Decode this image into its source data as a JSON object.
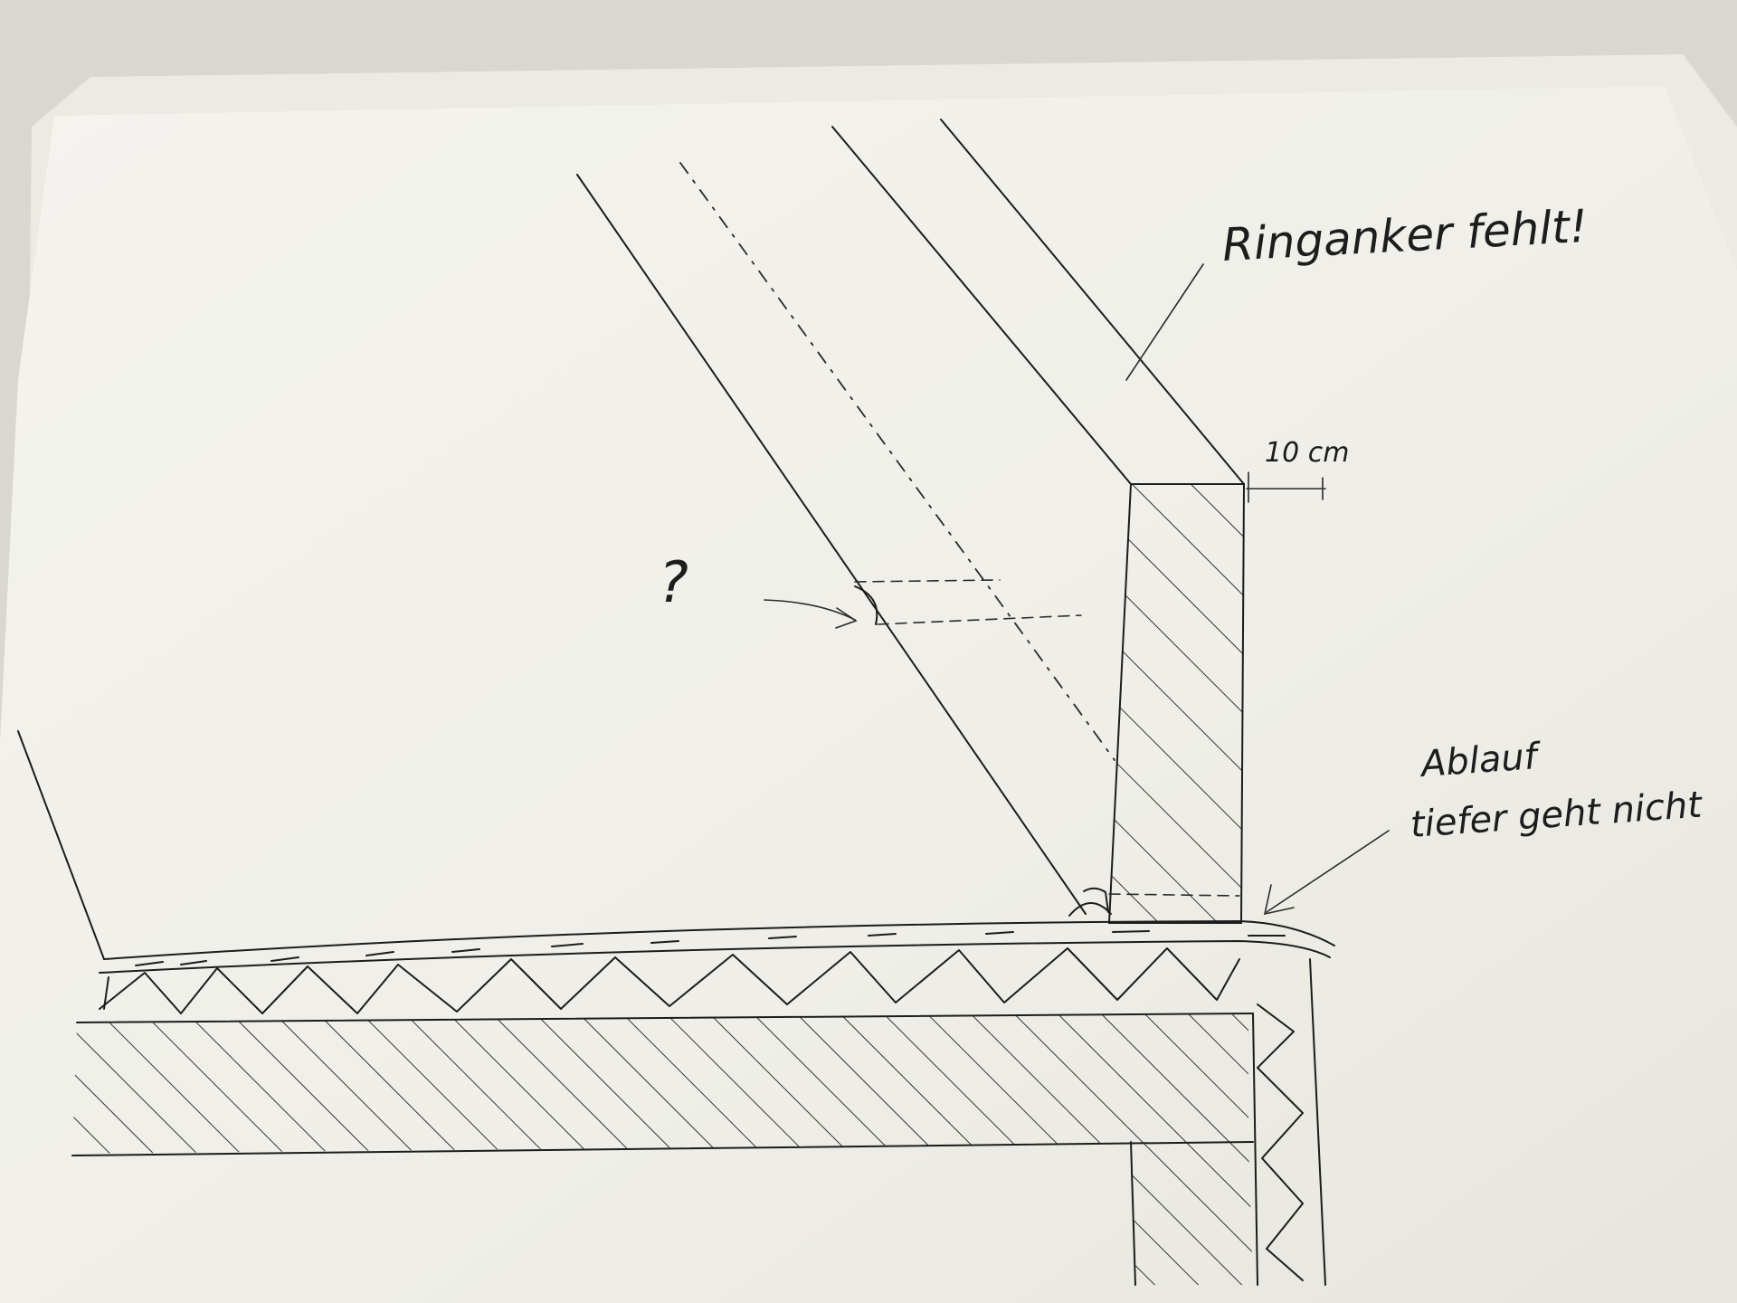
{
  "annotations": {
    "top_note": "Ringanker fehlt!",
    "question": "?",
    "dimension": "10 cm",
    "drain_line1": "Ablauf",
    "drain_line2": "tiefer geht nicht"
  },
  "colors": {
    "paper": "#f2f1ec",
    "paper_back": "#ecebe5",
    "table": "#d8d6cf",
    "ink": "#1c1c1c"
  }
}
